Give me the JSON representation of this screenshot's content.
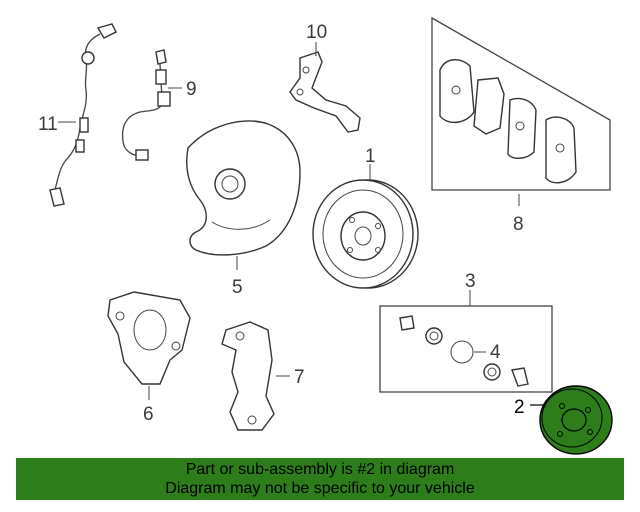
{
  "callouts": {
    "c1": "1",
    "c2": "2",
    "c3": "3",
    "c4": "4",
    "c5": "5",
    "c6": "6",
    "c7": "7",
    "c8": "8",
    "c9": "9",
    "c10": "10",
    "c11": "11"
  },
  "highlight_color": "#2d7d1a",
  "banner": {
    "line1": "Part or sub-assembly is #2 in diagram",
    "line2": "Diagram may not be specific to your vehicle"
  }
}
